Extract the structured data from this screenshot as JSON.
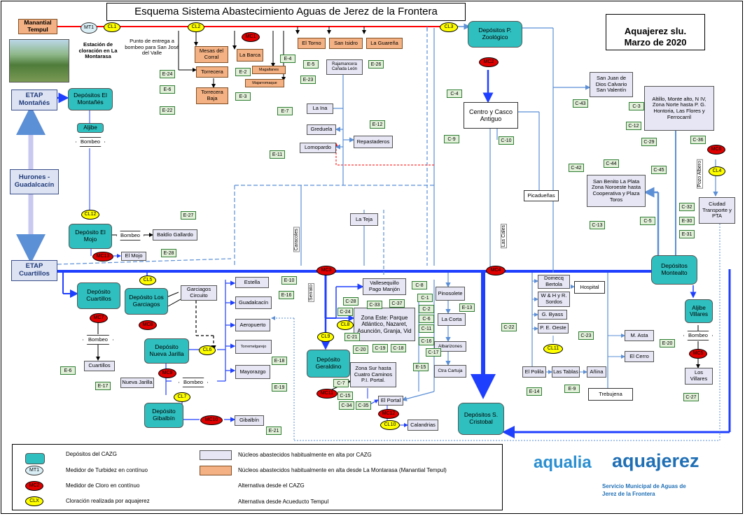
{
  "title": "Esquema Sistema Abastecimiento Aguas de Jerez de la Frontera",
  "company_box": {
    "line1": "Aquajerez slu.",
    "line2": "Marzo de 2020"
  },
  "origin": {
    "manantial": "Manantial Tempul",
    "mt1": "MT1",
    "cl1": "CL1",
    "cl2": "CL2",
    "cl3": "CL3",
    "estacion": "Estación de cloración en La Montarasa",
    "punto": "Punto de entrega a bombeo para San José del Valle"
  },
  "orange_nodes": {
    "mesas": "Mesas del Corral",
    "torrecera": "Torrecera",
    "torrecera_baja": "Torrecera Baja",
    "la_barca": "La Barca",
    "magallanes": "Magallanes",
    "majarromaque": "Majarromaque",
    "el_torno": "El Torno",
    "san_isidro": "San Isidro",
    "la_guarena": "La Guareña"
  },
  "nodes": {
    "etap_montanes": "ETAP Montañés",
    "dep_montanes": "Depósitos El Montañés",
    "aljibe": "Aljibe",
    "bombeo1": "Bombeo",
    "hurones": "Hurones - Guadalcacín",
    "cl12": "CL12",
    "dep_mojo": "Depósito El Mojo",
    "bombeo2": "Bombeo",
    "baldio": "Baldío Gallardo",
    "mc13": "MC13",
    "el_mojo": "El Mojo",
    "etap_cuartillos": "ETAP Cuartillos",
    "dep_zoologico": "Depósitos P. Zoológico",
    "mc2": "MC2",
    "centro": "Centro y Casco Antiguo",
    "rajamancera": "Rajamancera Cañada León",
    "la_ina": "La Ina",
    "greduela": "Greduela",
    "lomopardo": "Lomopardo",
    "repastaderos": "Repastaderos",
    "la_teja": "La Teja",
    "picaduenas": "Picadueñas",
    "san_juan": "San Juan de Dios Calvario San Valentín",
    "altillo": "Altillo, Monte alto, N IV, Zona Norte hasta P. G. Hontoria, Las Flores y Ferrocarril",
    "mc6": "MC6",
    "cl4": "CL4",
    "pozo_albero": "Pozo Albero",
    "ciudad_transporte": "Ciudad Transporte y PTA",
    "san_benito": "San Benito La Plata Zona Noroeste hasta Cooperativa y Plaza Toros",
    "dep_montealto": "Depósitos Montealto",
    "aljibe_villares": "Aljibe Villares",
    "bombeo3": "Bombeo",
    "mc5": "MC5",
    "los_villares": "Los Villares",
    "dep_cuartillos": "Depósito Cuartillos",
    "mc7": "MC7",
    "bombeo4": "Bombeo",
    "cuartillos": "Cuartillos",
    "cl5": "CL5",
    "dep_garcigos": "Depósito Los Garciagos",
    "mc8": "MC8",
    "garciagos_circuito": "Garciagos Circuito",
    "dep_nueva_jarilla": "Depósito Nueva Jarilla",
    "cl6": "CL6",
    "mc9": "MC9",
    "nueva_jarilla": "Nueva Jarilla",
    "bombeo5": "Bombeo",
    "cl7": "CL7",
    "dep_gibalbin": "Depósito Gibalbín",
    "mc10": "MC10",
    "gibalbin": "Gibalbín",
    "estella": "Estella",
    "guadalcacin": "Guadalcacín",
    "aeropuerto": "Aeropuerto",
    "torremelgarejo": "Torremelgarejo",
    "mayorazgo": "Mayorazgo",
    "mc3": "MC3",
    "mc4": "MC4",
    "vallesequillo": "Vallesequillo Pago Manjón",
    "zona_este": "Zona Este: Parque Atlántico, Nazaret, Asunción, Granja, Vid",
    "cl8": "CL8",
    "cl9": "CL9",
    "dep_geraldino": "Depósito Geraldino",
    "zona_sur": "Zona Sur hasta Cuatro Caminos P.I. Portal.",
    "mc11": "MC11",
    "el_portal": "El Portal",
    "mc12": "MC12",
    "cl10": "CL10",
    "calandrias": "Calandrias",
    "pinosolete": "Pinosolete",
    "la_corta": "La Corta",
    "albarizones": "Albarizones",
    "cta_cartuja": "Ctra Cartuja",
    "dep_cristobal": "Depósitos S. Cristobal",
    "domecq": "Domecq Bertola",
    "wh": "W & H y R. Sordos",
    "gbyass": "G. Byass",
    "p_oeste": "P. E. Oeste",
    "hospital": "Hospital",
    "cl11": "CL11",
    "el_polila": "El Polila",
    "las_tablas": "Las Tablas",
    "anina": "Añina",
    "trebujena": "Trebujena",
    "m_asta": "M. Asta",
    "el_cerro": "El Cerro"
  },
  "vertical_labels": {
    "caracoles": "Caracoles",
    "las_cales": "Las Cales",
    "serrato": "Serrato"
  },
  "tags": {
    "e24": "E-24",
    "e6": "E-6",
    "e22": "E-22",
    "e2": "E-2",
    "e3": "E-3",
    "e4": "E-4",
    "e5": "E-5",
    "e23": "E-23",
    "e26": "E-26",
    "e7": "E-7",
    "e12": "E-12",
    "e11": "E-11",
    "e27": "E-27",
    "e28": "E-28",
    "c4": "C-4",
    "c9": "C-9",
    "c10": "C-10",
    "c43": "C-43",
    "c3": "C-3",
    "c12": "C-12",
    "c29": "C-29",
    "c36": "C-36",
    "c44": "C-44",
    "c42": "C-42",
    "c45": "C-45",
    "c13": "C-13",
    "c5": "C-5",
    "c32": "C-32",
    "e30": "E-30",
    "e31": "E-31",
    "e10": "E-10",
    "e16": "E-16",
    "e18": "E-18",
    "e19": "E-19",
    "e6b": "E-6",
    "e17": "E-17",
    "e21": "E-21",
    "c8": "C-8",
    "c28": "C-28",
    "c33": "C-33",
    "c37": "C-37",
    "c1": "C-1",
    "c24": "C-24",
    "c2": "C-2",
    "c6": "C-6",
    "c11": "C-11",
    "c16": "C-16",
    "c21": "C-21",
    "c17": "C-17",
    "c20": "C-20",
    "c19": "C-19",
    "c18": "C-18",
    "c7": "C-7",
    "c15": "C-15",
    "c34": "C-34",
    "c35": "C-35",
    "e13": "E-13",
    "e15": "E-15",
    "c22": "C-22",
    "c23": "C-23",
    "e14": "E-14",
    "e9": "E-9",
    "e20": "E-20",
    "c27": "C-27"
  },
  "legend": {
    "depositos": "Depósitos del CAZG",
    "mt": "MT1",
    "turbidez": "Medidor de Turbidez en contínuo",
    "mc": "MC2",
    "cloro": "Medidor de Cloro en contínuo",
    "clx": "CLX",
    "cloracion": "Cloración realizada por aquajerez",
    "nucleos_cazg": "Núcleos abastecidos habitualmente en alta por CAZG",
    "nucleos_montarasa": "Núcleos abastecidos habitualmente en alta desde La Montarasa (Manantial Tempul)",
    "alt_cazg": "Alternativa desde el CAZG",
    "alt_tempul": "Alternativa desde Acueducto Tempul"
  },
  "brands": {
    "aqualia": "aqualia",
    "aquajerez": "aquajerez",
    "servicio1": "Servicio Municipal de Aguas de",
    "servicio2": "Jerez de la Frontera"
  },
  "colors": {
    "main_blue": "#1f3fff",
    "light_blue": "#5b8fd6",
    "tempul_red": "#ff0000",
    "tank": "#2fbfbf",
    "mc_red": "#e00000",
    "cl_yellow": "#ffff00"
  }
}
